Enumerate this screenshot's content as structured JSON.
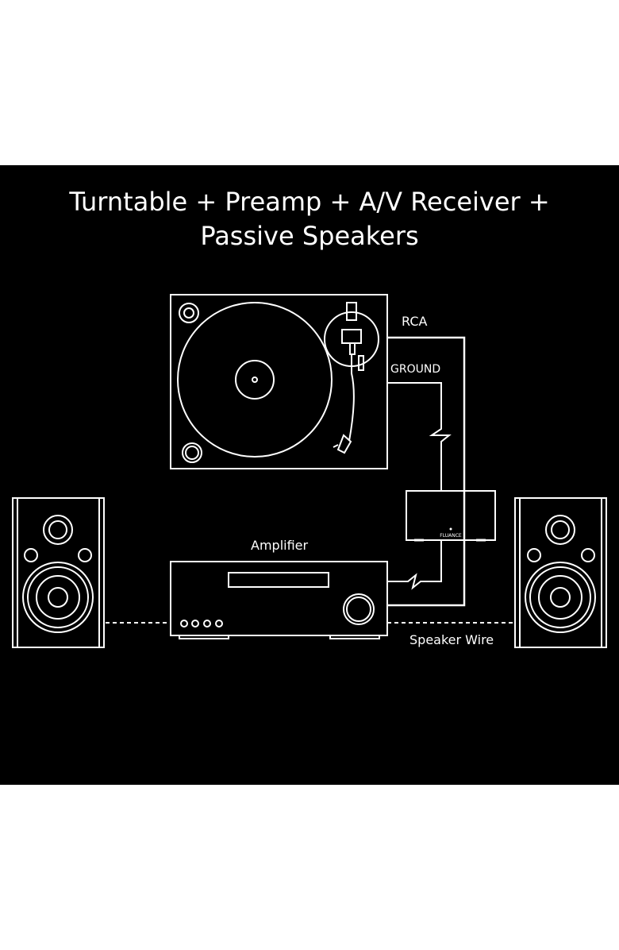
{
  "title": {
    "line1": "Turntable + Preamp + A/V Receiver +",
    "line2": "Passive Speakers"
  },
  "labels": {
    "rca": "RCA",
    "ground": "GROUND",
    "amplifier": "Amplifier",
    "speaker_wire": "Speaker Wire"
  },
  "preamp_brand": "FLUANCE",
  "colors": {
    "background": "#000000",
    "line": "#ffffff",
    "page": "#ffffff"
  }
}
